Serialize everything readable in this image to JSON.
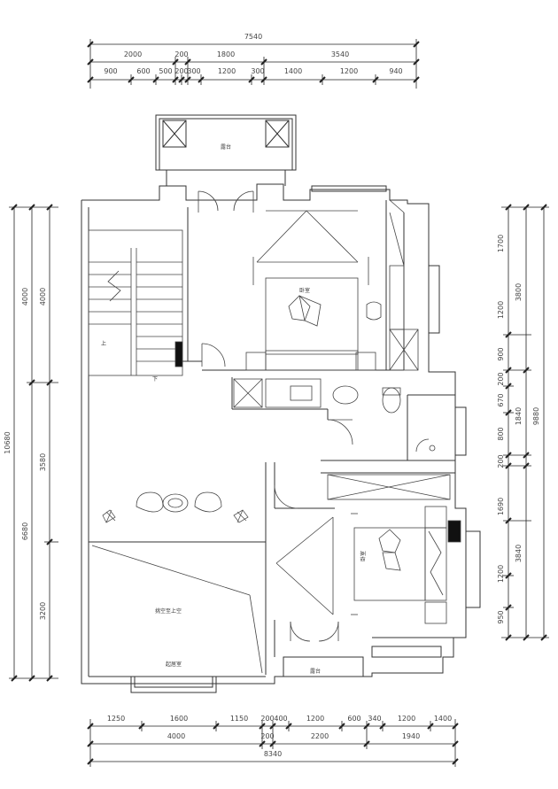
{
  "plan": {
    "rooms": {
      "balcony_top": "露台",
      "bedroom_1": "卧室",
      "bedroom_2": "卧室",
      "hall": "起居室",
      "open_area": "挑空至上空",
      "balcony_bottom": "露台",
      "stair": "上",
      "stair_down": "下"
    },
    "dimensions": {
      "top_total": "7540",
      "top_row1": [
        "2000",
        "200",
        "1800",
        "3540"
      ],
      "top_row2": [
        "900",
        "600",
        "500",
        "200",
        "300",
        "1200",
        "300",
        "1400",
        "1200",
        "940"
      ],
      "bottom_row1": [
        "1250",
        "1600",
        "1150",
        "200",
        "400",
        "1200",
        "600",
        "340",
        "1200",
        "1400"
      ],
      "bottom_row2": [
        "4000",
        "200",
        "2200",
        "1940"
      ],
      "bottom_total": "8340",
      "left_total": "10680",
      "left_outer": [
        "4000",
        "6680"
      ],
      "left_inner": [
        "4000",
        "3580",
        "3200"
      ],
      "right_total": "9880",
      "right_outer": [
        "3800",
        "1840",
        "3840"
      ],
      "right_inner": [
        "1700",
        "1200",
        "900",
        "200",
        "670",
        "800",
        "200",
        "1690",
        "1200",
        "950"
      ]
    }
  }
}
